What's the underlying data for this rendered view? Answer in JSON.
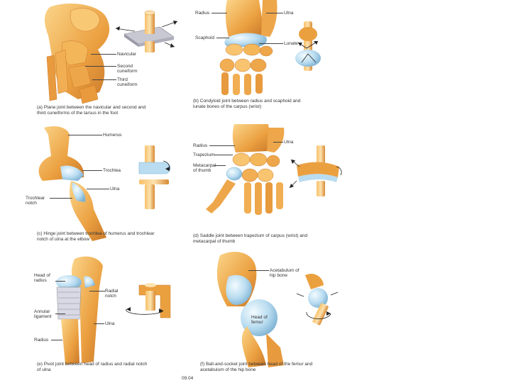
{
  "colors": {
    "bone_light": "#f9c874",
    "bone_mid": "#eba040",
    "bone_dark": "#c9782a",
    "cartilage": "#b9dcf0",
    "axis": "#eba54a",
    "plane_gray": "#b8b8c4",
    "arrow": "#222222"
  },
  "panels": {
    "a": {
      "caption": "(a) Plane joint between the navicular and second and third cuneiforms of the tarsus in the foot",
      "labels": [
        "Navicular",
        "Second cuneiform",
        "Third cuneiform"
      ]
    },
    "b": {
      "caption": "(b) Condyloid joint between radius and scaphoid and lunate bones of the carpus (wrist)",
      "labels": [
        "Radius",
        "Ulna",
        "Scaphoid",
        "Lunate"
      ]
    },
    "c": {
      "caption": "(c) Hinge joint between trochlea of humerus and trochlear notch of ulna at the elbow",
      "labels": [
        "Humerus",
        "Trochlea",
        "Ulna",
        "Trochlear notch"
      ]
    },
    "d": {
      "caption": "(d) Saddle joint between trapezium of carpus (wrist) and metacarpal of thumb",
      "labels": [
        "Radius",
        "Ulna",
        "Trapezium",
        "Metacarpal of thumb"
      ]
    },
    "e": {
      "caption": "(e) Pivot joint between head of radius and radial notch of ulna",
      "labels": [
        "Head of radius",
        "Radial notch",
        "Annular ligament",
        "Ulna",
        "Radius"
      ]
    },
    "f": {
      "caption": "(f) Ball-and-socket joint between head of the femur and acetabulum of the hip bone",
      "labels": [
        "Acetabulum of hip bone",
        "Head of femur"
      ]
    }
  },
  "figure_id": "09.04"
}
